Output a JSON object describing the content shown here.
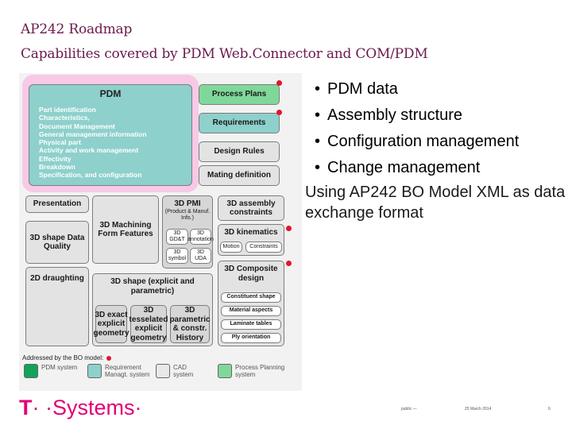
{
  "slide": {
    "title_line1": "AP242 Roadmap",
    "title_line2": "Capabilities covered by PDM Web.Connector and COM/PDM"
  },
  "diagram": {
    "pdm": {
      "title": "PDM",
      "items": [
        "Part identification",
        "Characteristics,",
        "Document Management",
        "General management information",
        "Physical part",
        "Activity and work management",
        "Effectivity",
        "Breakdown",
        "Specification, and configuration"
      ]
    },
    "process_plans": "Process Plans",
    "requirements": "Requirements",
    "design_rules": "Design Rules",
    "mating_definition": "Mating definition",
    "presentation": "Presentation",
    "machining": "3D Machining Form Features",
    "pmi_title": "3D PMI",
    "pmi_sub": "(Product & Manuf. Info.)",
    "pmi_gdt": "3D GD&T",
    "pmi_annotation": "3D annotation",
    "pmi_symbol": "3D symbol",
    "pmi_uda": "3D UDA",
    "assembly_constraints": "3D assembly constraints",
    "shape_quality": "3D shape Data Quality",
    "kinematics": "3D kinematics",
    "motion": "Motion",
    "constraints": "Constraints",
    "drafting": "2D draughting",
    "shape_title": "3D shape (explicit and parametric)",
    "shape_exact": "3D exact explicit geometry",
    "shape_tess": "3D tesselated explicit geometry",
    "shape_param": "3D parametric & constr. History",
    "composite": "3D Composite design",
    "constituent_shape": "Constituent shape",
    "material_aspects": "Material aspects",
    "laminate_tables": "Laminate tables",
    "ply_orientation": "Ply orientation",
    "legend_title": "Addressed by the BO model:",
    "legend": [
      {
        "label": "PDM system",
        "color": "#11a35a"
      },
      {
        "label": "Requirement Managt. system",
        "color": "#8ed0cc"
      },
      {
        "label": "CAD system",
        "color": "#e8e8e8"
      },
      {
        "label": "Process Planning system",
        "color": "#7fd89a"
      }
    ]
  },
  "bullets": [
    "PDM data",
    "Assembly structure",
    "Configuration management",
    "Change management"
  ],
  "bullet_char": "•",
  "using_text": "Using AP242 BO Model XML as data exchange format",
  "footer": {
    "logo_t": "T",
    "logo_rest": "· ·Systems·",
    "classification": "public —",
    "date": "25 March 2014",
    "page": "6"
  },
  "colors": {
    "title": "#6a1a4c",
    "brand_magenta": "#e20074",
    "marker_red": "#e0162b"
  }
}
